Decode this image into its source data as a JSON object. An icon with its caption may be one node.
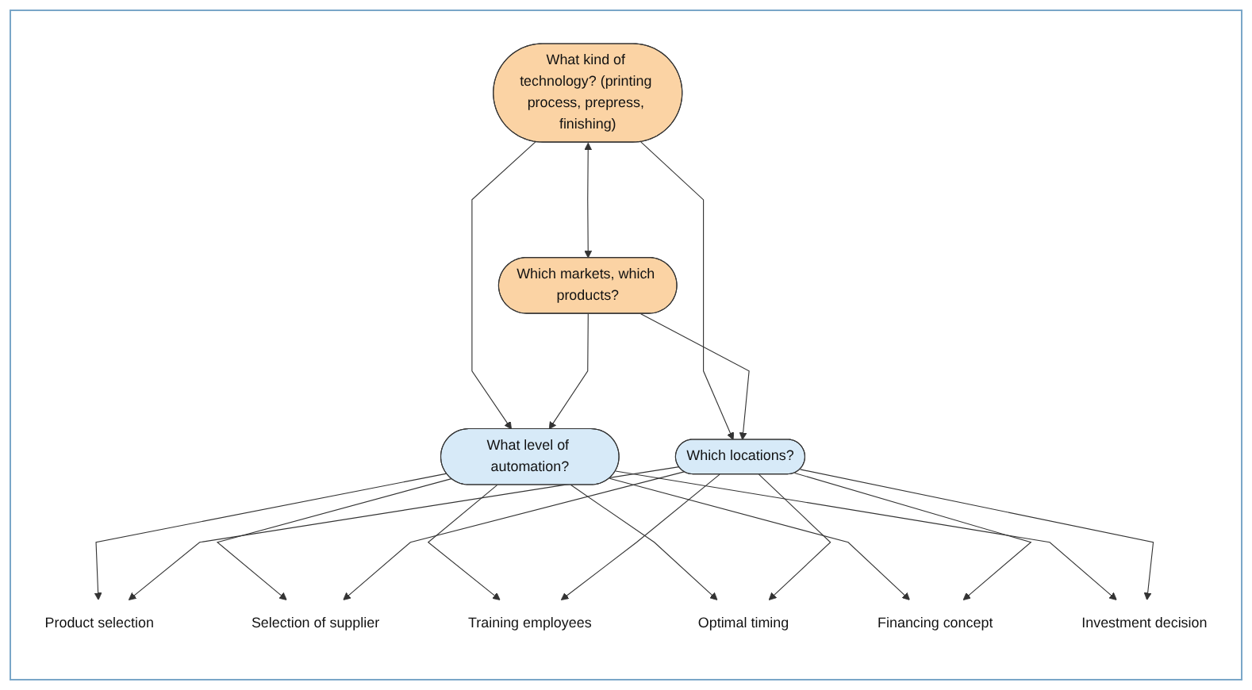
{
  "diagram": {
    "nodes": [
      {
        "text": [
          "What kind of technology? (printing process, prepress, finishing)"
        ]
      },
      {
        "text": [
          "Which markets, which products?"
        ]
      },
      {
        "text": [
          "What level of automation?"
        ]
      },
      {
        "text": [
          "Which locations?"
        ]
      },
      {
        "text": [
          "Product selection"
        ]
      },
      {
        "text": [
          "Selection of supplier"
        ]
      },
      {
        "text": [
          "Training employees"
        ]
      },
      {
        "text": [
          "Optimal timing"
        ]
      },
      {
        "text": [
          "Financing concept"
        ]
      },
      {
        "text": [
          "Investment decision"
        ]
      }
    ],
    "edges": [
      {
        "from": 0,
        "to": 1,
        "arrow": "both"
      },
      {
        "from": 0,
        "to": 2,
        "arrow": "to"
      },
      {
        "from": 0,
        "to": 3,
        "arrow": "to"
      },
      {
        "from": 1,
        "to": 2,
        "arrow": "to"
      },
      {
        "from": 1,
        "to": 3,
        "arrow": "to"
      },
      {
        "from": 2,
        "to": 4,
        "arrow": "to"
      },
      {
        "from": 2,
        "to": 5,
        "arrow": "to"
      },
      {
        "from": 2,
        "to": 6,
        "arrow": "to"
      },
      {
        "from": 2,
        "to": 7,
        "arrow": "to"
      },
      {
        "from": 2,
        "to": 8,
        "arrow": "to"
      },
      {
        "from": 2,
        "to": 9,
        "arrow": "to"
      },
      {
        "from": 3,
        "to": 4,
        "arrow": "to"
      },
      {
        "from": 3,
        "to": 5,
        "arrow": "to"
      },
      {
        "from": 3,
        "to": 6,
        "arrow": "to"
      },
      {
        "from": 3,
        "to": 7,
        "arrow": "to"
      },
      {
        "from": 3,
        "to": 8,
        "arrow": "to"
      },
      {
        "from": 3,
        "to": 9,
        "arrow": "to"
      }
    ]
  }
}
